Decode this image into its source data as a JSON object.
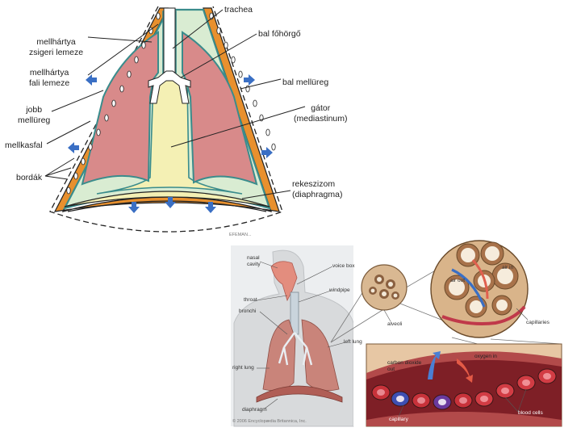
{
  "top_diagram": {
    "labels": {
      "trachea": "trachea",
      "bal_fohorgo": "bal főhörgő",
      "mellhartya_zsigeri": "mellhártya\nzsigeri lemeze",
      "mellhartya_fali": "mellhártya\nfali lemeze",
      "bal_mellureg": "bal mellüreg",
      "jobb_mellureg": "jobb\nmellüreg",
      "gator": "gátor\n(mediastinum)",
      "mellkasfal": "mellkasfal",
      "bordak": "bordák",
      "rekeszizom": "rekeszizom\n(diaphragma)"
    },
    "credit": "EFEMAN..."
  },
  "bottom_diagram": {
    "labels": {
      "nasal_cavity": "nasal\ncavity",
      "voice_box": "voice box",
      "windpipe": "windpipe",
      "throat": "throat",
      "bronchi": "bronchi",
      "left_lung": "left lung",
      "right_lung": "right lung",
      "diaphragm": "diaphragm",
      "alveoli": "alveoli",
      "air_in": "air in",
      "air_out": "air out",
      "capillaries": "capillaries",
      "carbon_dioxide_out": "carbon dioxide\nout",
      "oxygen_in": "oxygen in",
      "capillary": "capillary",
      "blood_cells": "blood cells"
    },
    "copyright": "© 2006 Encyclopædia Britannica, Inc."
  },
  "colors": {
    "lung": "#d88a8a",
    "pleural_space": "#d9ecd2",
    "membrane_blue": "#3a8c8c",
    "chest_wall": "#e8902e",
    "diaphragm": "#f4f0b4",
    "arrow": "#3a6fc4"
  }
}
